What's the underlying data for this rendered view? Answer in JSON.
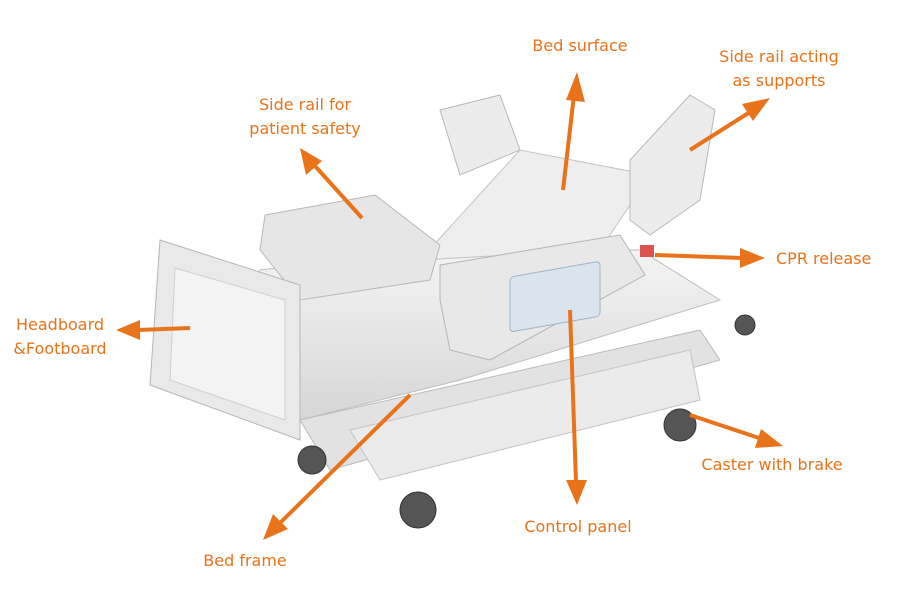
{
  "accent_color": "#E8731A",
  "labels": {
    "bed_surface": "Bed surface",
    "side_rail_supports_1": "Side rail acting",
    "side_rail_supports_2": "as supports",
    "side_rail_safety_1": "Side rail for",
    "side_rail_safety_2": "patient safety",
    "cpr_release": "CPR release",
    "headboard_1": "Headboard",
    "headboard_2": "&Footboard",
    "control_panel": "Control panel",
    "caster": "Caster with brake",
    "bed_frame": "Bed frame"
  }
}
